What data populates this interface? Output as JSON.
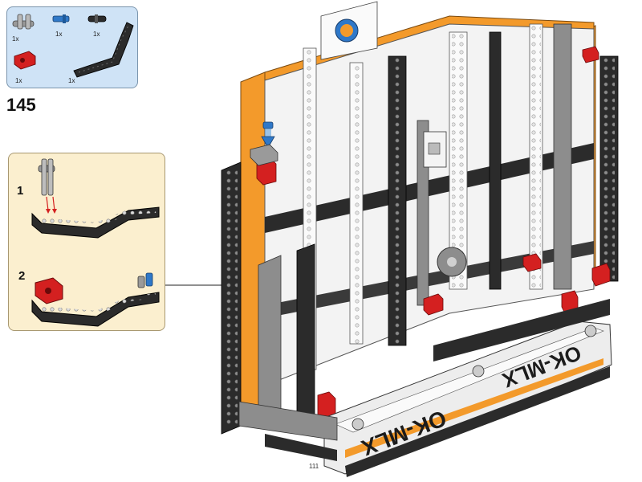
{
  "step": {
    "number": "145",
    "parts": [
      {
        "name": "gray-pin-connector",
        "qty": "1x"
      },
      {
        "name": "blue-axle-pin",
        "qty": "1x"
      },
      {
        "name": "black-pin",
        "qty": "1x"
      },
      {
        "name": "red-connector",
        "qty": "1x"
      },
      {
        "name": "black-bent-beam",
        "qty": "1x"
      }
    ]
  },
  "substeps": [
    {
      "number": "1"
    },
    {
      "number": "2"
    }
  ],
  "page": {
    "number": "111"
  },
  "model": {
    "label_front": "OK-MLX",
    "label_side": "OK-MLX"
  },
  "colors": {
    "parts_box_bg": "#cfe3f6",
    "substep_box_bg": "#fbefcf",
    "orange": "#f39a2b",
    "white_panel": "#f4f4f4",
    "black_beam": "#2b2b2b",
    "gray_beam": "#8d8d8d",
    "red": "#d42020",
    "blue": "#2f78c8"
  }
}
